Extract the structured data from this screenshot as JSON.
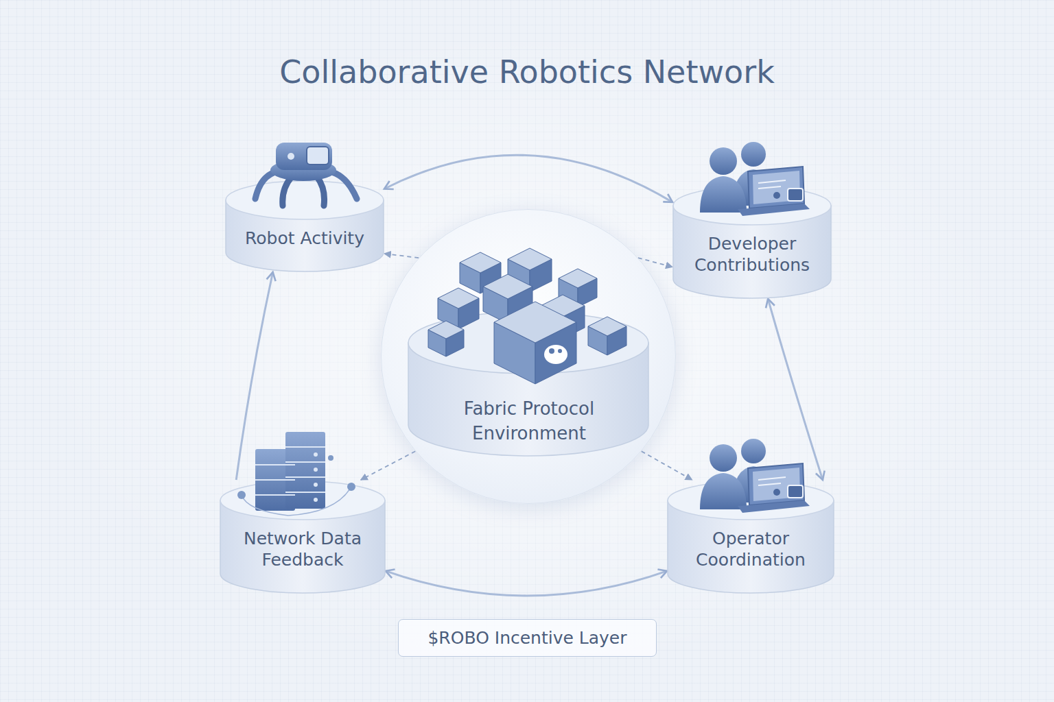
{
  "diagram": {
    "title": "Collaborative Robotics Network",
    "nodes": [
      {
        "text": [
          "Robot Activity"
        ]
      },
      {
        "text": [
          "Developer Contributions"
        ]
      },
      {
        "text": [
          "Fabric Protocol Environment"
        ]
      },
      {
        "text": [
          "Network Data Feedback"
        ]
      },
      {
        "text": [
          "Operator Coordination"
        ]
      },
      {
        "text": [
          "$ROBO Incentive Layer"
        ]
      }
    ],
    "edges": [
      {
        "from": 0,
        "to": 1,
        "arrow": "both"
      },
      {
        "from": 1,
        "to": 4,
        "arrow": "both"
      },
      {
        "from": 4,
        "to": 3,
        "arrow": "both"
      },
      {
        "from": 3,
        "to": 0,
        "arrow": "to"
      },
      {
        "from": 2,
        "to": 0,
        "arrow": "to"
      },
      {
        "from": 2,
        "to": 1,
        "arrow": "to"
      },
      {
        "from": 2,
        "to": 3,
        "arrow": "to"
      },
      {
        "from": 2,
        "to": 4,
        "arrow": "to"
      }
    ]
  }
}
